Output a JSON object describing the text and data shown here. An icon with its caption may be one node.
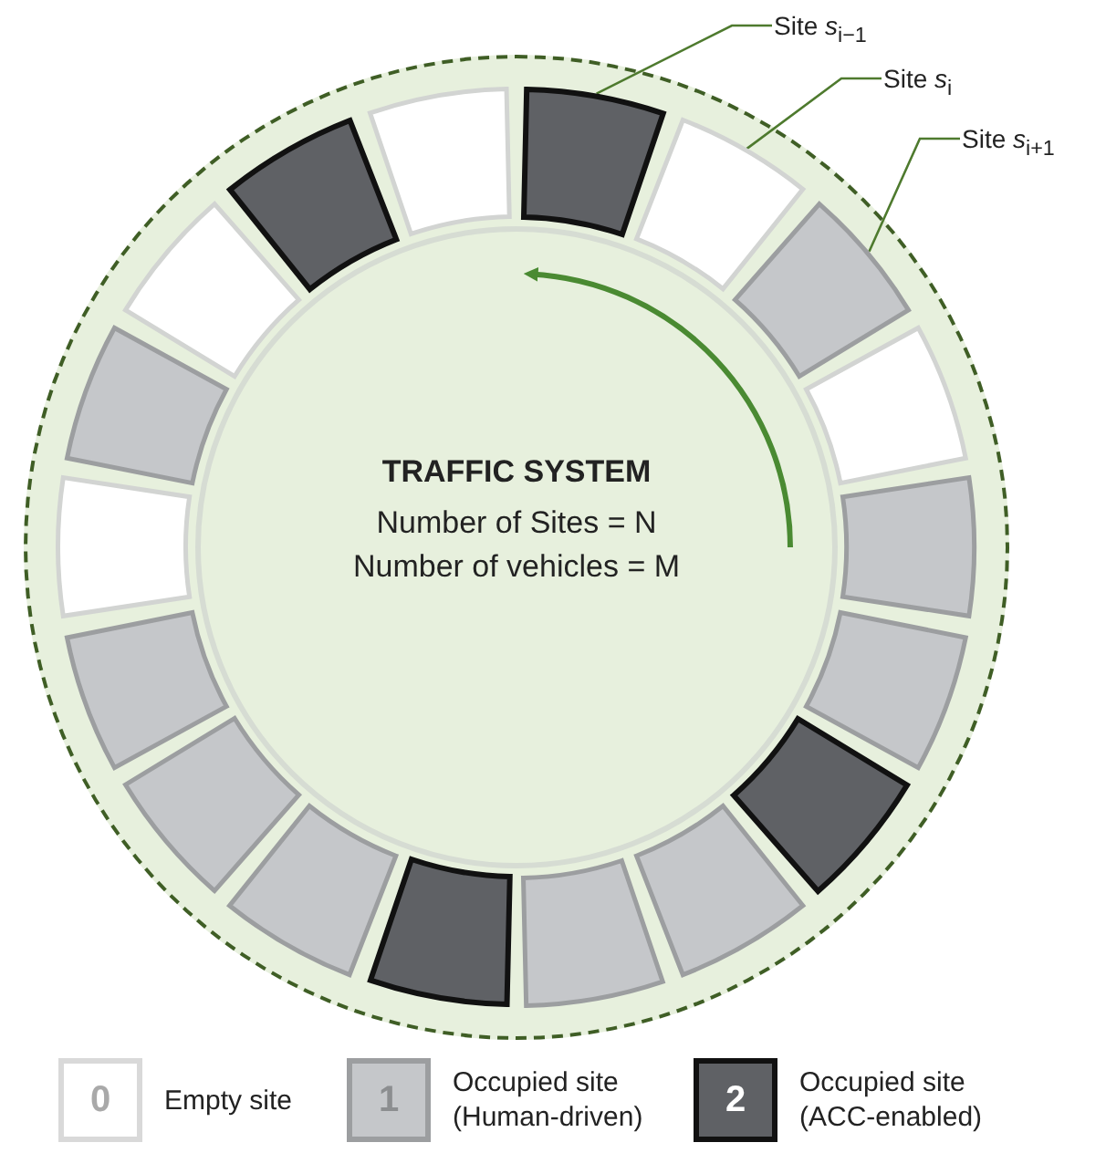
{
  "diagram": {
    "nodes": [
      {
        "text": [
          "Site *s*$_{i−1}$"
        ]
      },
      {
        "text": [
          "Site *s*$_{i}$"
        ]
      },
      {
        "text": [
          "Site *s*$_{i+1}$"
        ]
      },
      {
        "text": [],
        "shape": "box"
      },
      {
        "text": [],
        "shape": "box"
      },
      {
        "text": [],
        "shape": "box"
      },
      {
        "text": [],
        "shape": "box"
      },
      {
        "text": [],
        "shape": "box"
      },
      {
        "text": [],
        "shape": "box"
      },
      {
        "text": [],
        "shape": "box"
      },
      {
        "text": [],
        "shape": "box"
      },
      {
        "text": [],
        "shape": "box"
      },
      {
        "text": [],
        "shape": "box"
      },
      {
        "text": [],
        "shape": "box"
      },
      {
        "text": [],
        "shape": "box"
      },
      {
        "text": [],
        "shape": "box"
      },
      {
        "text": [],
        "shape": "box"
      },
      {
        "text": [],
        "shape": "box"
      },
      {
        "text": [],
        "shape": "box"
      },
      {
        "text": [],
        "shape": "box"
      },
      {
        "text": [],
        "shape": "box"
      },
      {
        "text": [
          "TRAFFIC SYSTEM",
          "Number of Sites = N",
          "Number of vehicles = M"
        ]
      }
    ],
    "edges": [
      {
        "from": 0,
        "to": 3,
        "arrow": "none"
      },
      {
        "from": 1,
        "to": 4,
        "arrow": "none"
      },
      {
        "from": 2,
        "to": 5,
        "arrow": "none"
      }
    ],
    "labels": [
      "0",
      "1",
      "2"
    ],
    "legend": [
      {
        "text": "Empty site",
        "color": "#ffffff"
      },
      {
        "text": "Occupied site (Human-driven)",
        "color": "#c5c7ca"
      },
      {
        "text": "Occupied site (ACC-enabled)",
        "color": "#5f6165"
      }
    ]
  }
}
